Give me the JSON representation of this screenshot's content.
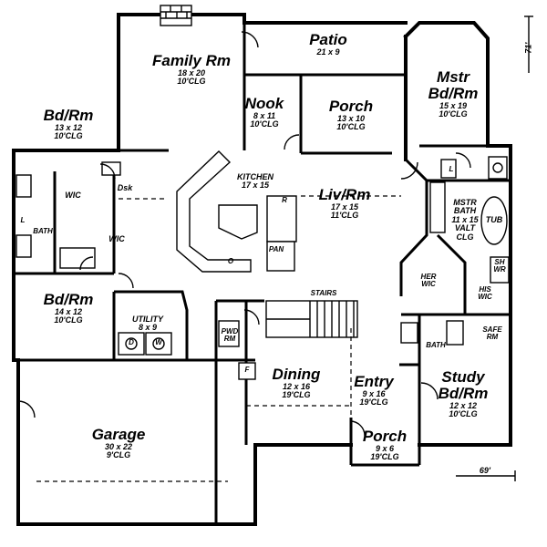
{
  "rooms": {
    "patio": {
      "name": "Patio",
      "dims": "21 x 9"
    },
    "family": {
      "name": "Family Rm",
      "dims": "18 x 20",
      "clg": "10'CLG"
    },
    "nook": {
      "name": "Nook",
      "dims": "8 x 11",
      "clg": "10'CLG"
    },
    "porch_rear": {
      "name": "Porch",
      "dims": "13 x 10",
      "clg": "10'CLG"
    },
    "master": {
      "name": "Mstr",
      "name2": "Bd/Rm",
      "dims": "15 x 19",
      "clg": "10'CLG"
    },
    "bed1": {
      "name": "Bd/Rm",
      "dims": "13 x 12",
      "clg": "10'CLG"
    },
    "kitchen": {
      "name": "KITCHEN",
      "dims": "17 x 15"
    },
    "living": {
      "name": "Liv/Rm",
      "dims": "17 x 15",
      "clg": "11'CLG"
    },
    "mstr_bath": {
      "name": "MSTR",
      "name2": "BATH",
      "dims": "11 x 15",
      "clg": "VALT",
      "clg2": "CLG"
    },
    "bed2": {
      "name": "Bd/Rm",
      "dims": "14 x 12",
      "clg": "10'CLG"
    },
    "utility": {
      "name": "UTILITY",
      "dims": "8 x 9"
    },
    "dining": {
      "name": "Dining",
      "dims": "12 x 16",
      "clg": "19'CLG"
    },
    "entry": {
      "name": "Entry",
      "dims": "9 x 16",
      "clg": "19'CLG"
    },
    "study": {
      "name": "Study",
      "name2": "Bd/Rm",
      "dims": "12 x 12",
      "clg": "10'CLG"
    },
    "garage": {
      "name": "Garage",
      "dims": "30 x 22",
      "clg": "9'CLG"
    },
    "porch_front": {
      "name": "Porch",
      "dims": "9 x 6",
      "clg": "19'CLG"
    }
  },
  "labels": {
    "wic_left_top": "WIC",
    "wic_left_bottom": "WIC",
    "dsk": "Dsk",
    "bath": "BATH",
    "l_left": "L",
    "l_right": "L",
    "pan": "PAN",
    "stairs": "STAIRS",
    "pwd": "PWD",
    "rm": "RM",
    "f": "F",
    "d": "D",
    "w": "W",
    "r": "R",
    "o": "O",
    "tub": "TUB",
    "shwr": "SH",
    "shwr2": "WR",
    "her_wic": "HER",
    "her_wic2": "WIC",
    "his_wic": "HIS",
    "his_wic2": "WIC",
    "safe": "SAFE",
    "safe2": "RM",
    "bath_right": "BATH"
  },
  "dimensions": {
    "depth": "71'",
    "width": "69'"
  }
}
